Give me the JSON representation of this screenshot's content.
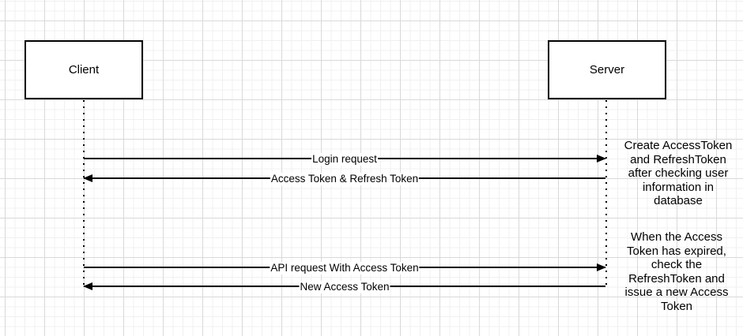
{
  "diagram": {
    "actors": [
      {
        "label": "Client"
      },
      {
        "label": "Server"
      }
    ],
    "messages": [
      {
        "label": "Login request",
        "from": "Client",
        "to": "Server",
        "direction": "right"
      },
      {
        "label": "Access Token & Refresh Token",
        "from": "Server",
        "to": "Client",
        "direction": "left"
      },
      {
        "label": "API request With Access Token",
        "from": "Client",
        "to": "Server",
        "direction": "right"
      },
      {
        "label": "New Access Token",
        "from": "Server",
        "to": "Client",
        "direction": "left"
      }
    ],
    "annotations": [
      {
        "lines": [
          "Create AccessToken",
          "and RefreshToken",
          "after checking user",
          "information in",
          "database"
        ]
      },
      {
        "lines": [
          "When the Access",
          "Token has expired,",
          "check the",
          "RefreshToken and",
          "issue a new Access",
          "Token"
        ]
      }
    ],
    "colors": {
      "stroke": "#000000",
      "background": "#ffffff",
      "grid_minor": "#f0f0f0",
      "grid_major": "#d9d9d9"
    }
  }
}
